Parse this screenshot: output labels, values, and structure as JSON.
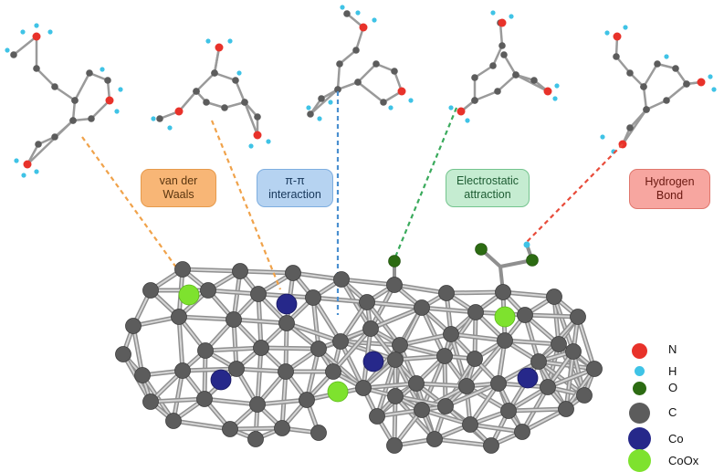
{
  "labels": {
    "vdw": "van der Waals",
    "pipi": "π-π interaction",
    "electro": "Electrostatic attraction",
    "hbond": "Hydrogen Bond"
  },
  "legend": [
    {
      "symbol": "N",
      "color": "#e8322a"
    },
    {
      "symbol": "H",
      "color": "#3fc3e6"
    },
    {
      "symbol": "O",
      "color": "#2c6b12"
    },
    {
      "symbol": "C",
      "color": "#5c5c5c"
    },
    {
      "symbol": "Co",
      "color": "#26288a"
    },
    {
      "symbol": "CoOx",
      "color": "#7ee22e"
    }
  ],
  "colors": {
    "vdw": "#f0a24a",
    "pipi": "#4a8fd0",
    "electro": "#3aaa5c",
    "hbond": "#e84b3a"
  }
}
